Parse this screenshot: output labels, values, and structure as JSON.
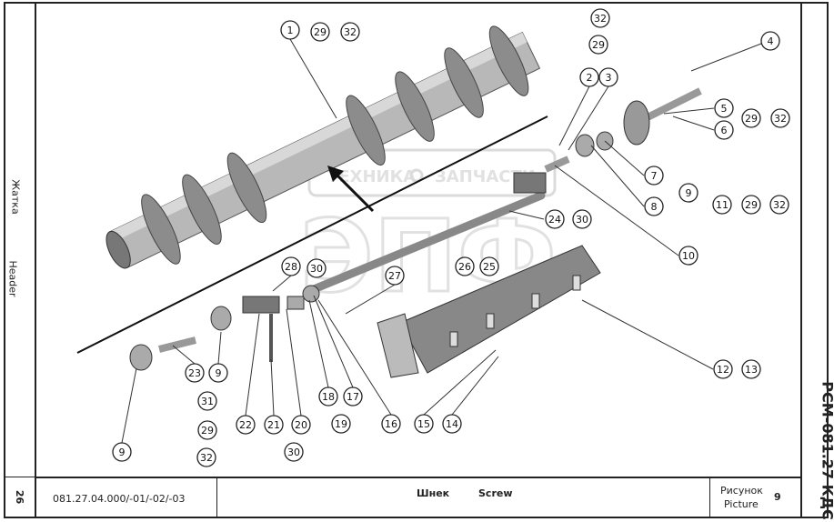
{
  "left_strip": {
    "title_ru": "Жатка",
    "title_en": "Header"
  },
  "right_strip": {
    "doc_code": "РСМ-081.27 КДС"
  },
  "footer": {
    "page": "26",
    "part_number": "081.27.04.000/-01/-02/-03",
    "name_ru": "Шнек",
    "name_en": "Screw",
    "figure_label_ru": "Рисунок",
    "figure_label_en": "Picture",
    "figure_number": "9"
  },
  "watermark": {
    "top": "ТЕХНИКА",
    "top2": "ЗАПЧАСТИ",
    "logo": "ЭПФ"
  },
  "callouts": [
    "1",
    "29",
    "32",
    "32",
    "29",
    "2",
    "3",
    "4",
    "5",
    "29",
    "32",
    "6",
    "7",
    "8",
    "9",
    "11",
    "29",
    "32",
    "10",
    "24",
    "30",
    "28",
    "30",
    "27",
    "26",
    "25",
    "12",
    "13",
    "23",
    "9",
    "31",
    "29",
    "32",
    "9",
    "22",
    "21",
    "20",
    "18",
    "17",
    "19",
    "16",
    "15",
    "14",
    "30"
  ]
}
